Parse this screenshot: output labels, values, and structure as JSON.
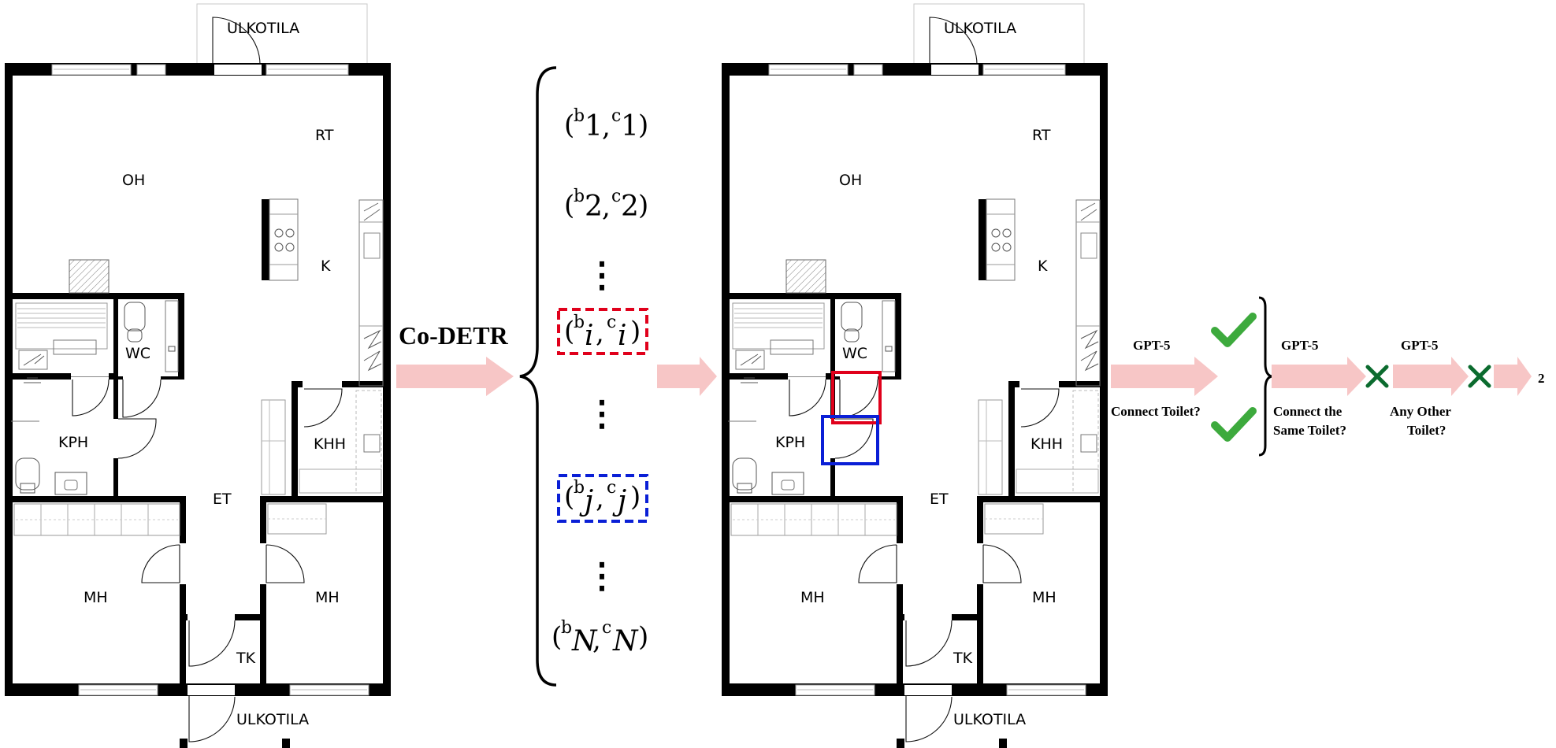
{
  "plan_left": {
    "rooms": {
      "ulkotila_top": "ULKOTILA",
      "rt": "RT",
      "oh": "OH",
      "k": "K",
      "wc": "WC",
      "kph": "KPH",
      "khh": "KHH",
      "et": "ET",
      "mh_left": "MH",
      "mh_right": "MH",
      "tk": "TK",
      "ulkotila_bottom": "ULKOTILA"
    }
  },
  "plan_right": {
    "rooms": {
      "ulkotila_top": "ULKOTILA",
      "rt": "RT",
      "oh": "OH",
      "k": "K",
      "wc": "WC",
      "kph": "KPH",
      "khh": "KHH",
      "et": "ET",
      "mh_left": "MH",
      "mh_right": "MH",
      "tk": "TK",
      "ulkotila_bottom": "ULKOTILA"
    }
  },
  "model_label": "Co-DETR",
  "detections": {
    "b1": "b",
    "s1": "1",
    "c1": "c",
    "t1": "1",
    "b2": "b",
    "s2": "2",
    "c2": "c",
    "t2": "2",
    "bi": "b",
    "si": "i",
    "ci": "c",
    "ti": "i",
    "bj": "b",
    "sj": "j",
    "cj": "c",
    "tj": "j",
    "bN": "b",
    "sN": "N",
    "cN": "c",
    "tN": "N",
    "vdots": "⋮"
  },
  "pipeline": {
    "gpt_1": "GPT-5",
    "question_1": "Connect Toilet?",
    "gpt_2": "GPT-5",
    "question_2_line1": "Connect  the",
    "question_2_line2": "Same Toilet?",
    "gpt_3": "GPT-5",
    "question_3_line1": "Any Other",
    "question_3_line2": "Toilet?",
    "result": "2"
  },
  "colors": {
    "arrow": "#f7c6c6",
    "highlight_i": "#e0001b",
    "highlight_j": "#0a1fd6",
    "check": "#3daa3d",
    "cross": "#0b6b2e"
  }
}
